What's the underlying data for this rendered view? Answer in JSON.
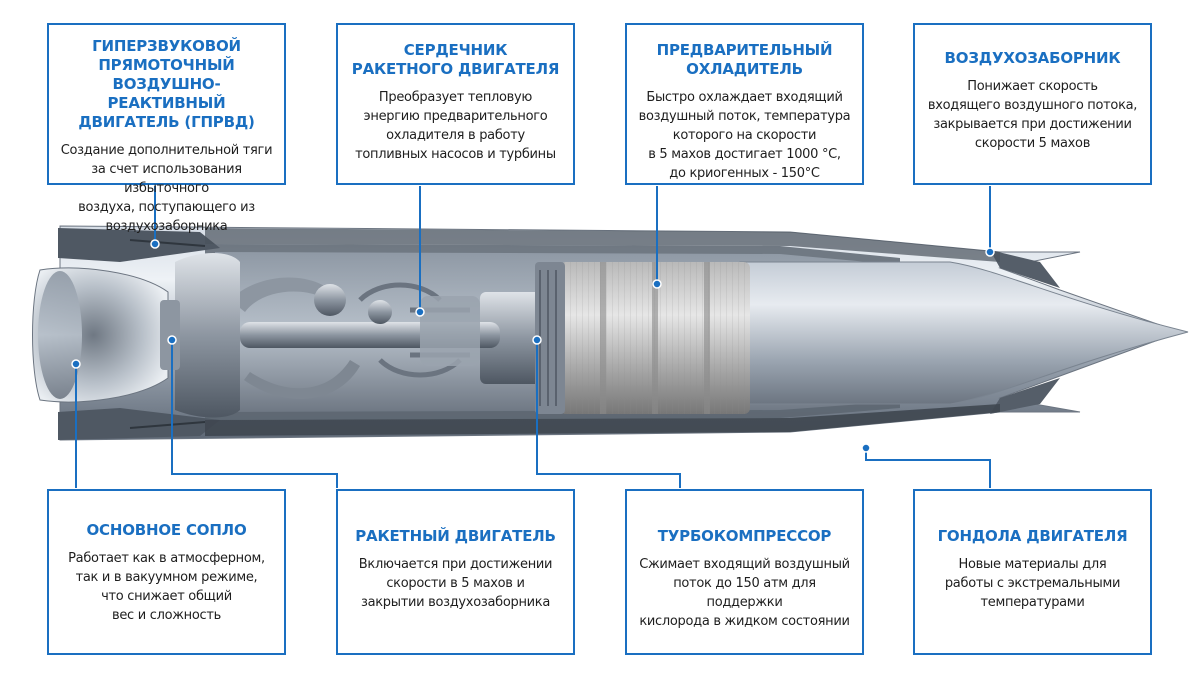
{
  "callouts": {
    "ramjet": {
      "title": "ГИПЕРЗВУКОВОЙ ПРЯМОТОЧНЫЙ\nВОЗДУШНО-РЕАКТИВНЫЙ\nДВИГАТЕЛЬ (ГПРВД)",
      "text": "Создание дополнительной тяги\nза счет использования избыточного\nвоздуха, поступающего из\nвоздухозаборника"
    },
    "core": {
      "title": "СЕРДЕЧНИК\nРАКЕТНОГО ДВИГАТЕЛЯ",
      "text": "Преобразует тепловую\nэнергию предварительного\nохладителя в работу\nтопливных насосов и турбины"
    },
    "precooler": {
      "title": "ПРЕДВАРИТЕЛЬНЫЙ ОХЛАДИТЕЛЬ",
      "text": "Быстро охлаждает входящий\nвоздушный поток, температура\nкоторого на скорости\nв 5 махов достигает 1000 °С,\nдо криогенных - 150°С"
    },
    "intake": {
      "title": "ВОЗДУХОЗАБОРНИК",
      "text": "Понижает скорость\nвходящего воздушного потока,\nзакрывается при достижении\nскорости 5 махов"
    },
    "nozzle": {
      "title": "ОСНОВНОЕ СОПЛО",
      "text": "Работает как в атмосферном,\nтак и в вакуумном режиме,\nчто снижает общий\nвес и сложность"
    },
    "rocket": {
      "title": "РАКЕТНЫЙ ДВИГАТЕЛЬ",
      "text": "Включается при достижении\nскорости в 5 махов и\nзакрытии воздухозаборника"
    },
    "turbo": {
      "title": "ТУРБОКОМПРЕССОР",
      "text": "Сжимает входящий воздушный\nпоток до 150 атм для поддержки\nкислорода в жидком состоянии"
    },
    "nacelle": {
      "title": "ГОНДОЛА ДВИГАТЕЛЯ",
      "text": "Новые материалы для\nработы с экстремальными\nтемпературами"
    }
  },
  "colors": {
    "accent": "#1a6fc1",
    "text": "#1e1e1e",
    "background": "#ffffff"
  }
}
